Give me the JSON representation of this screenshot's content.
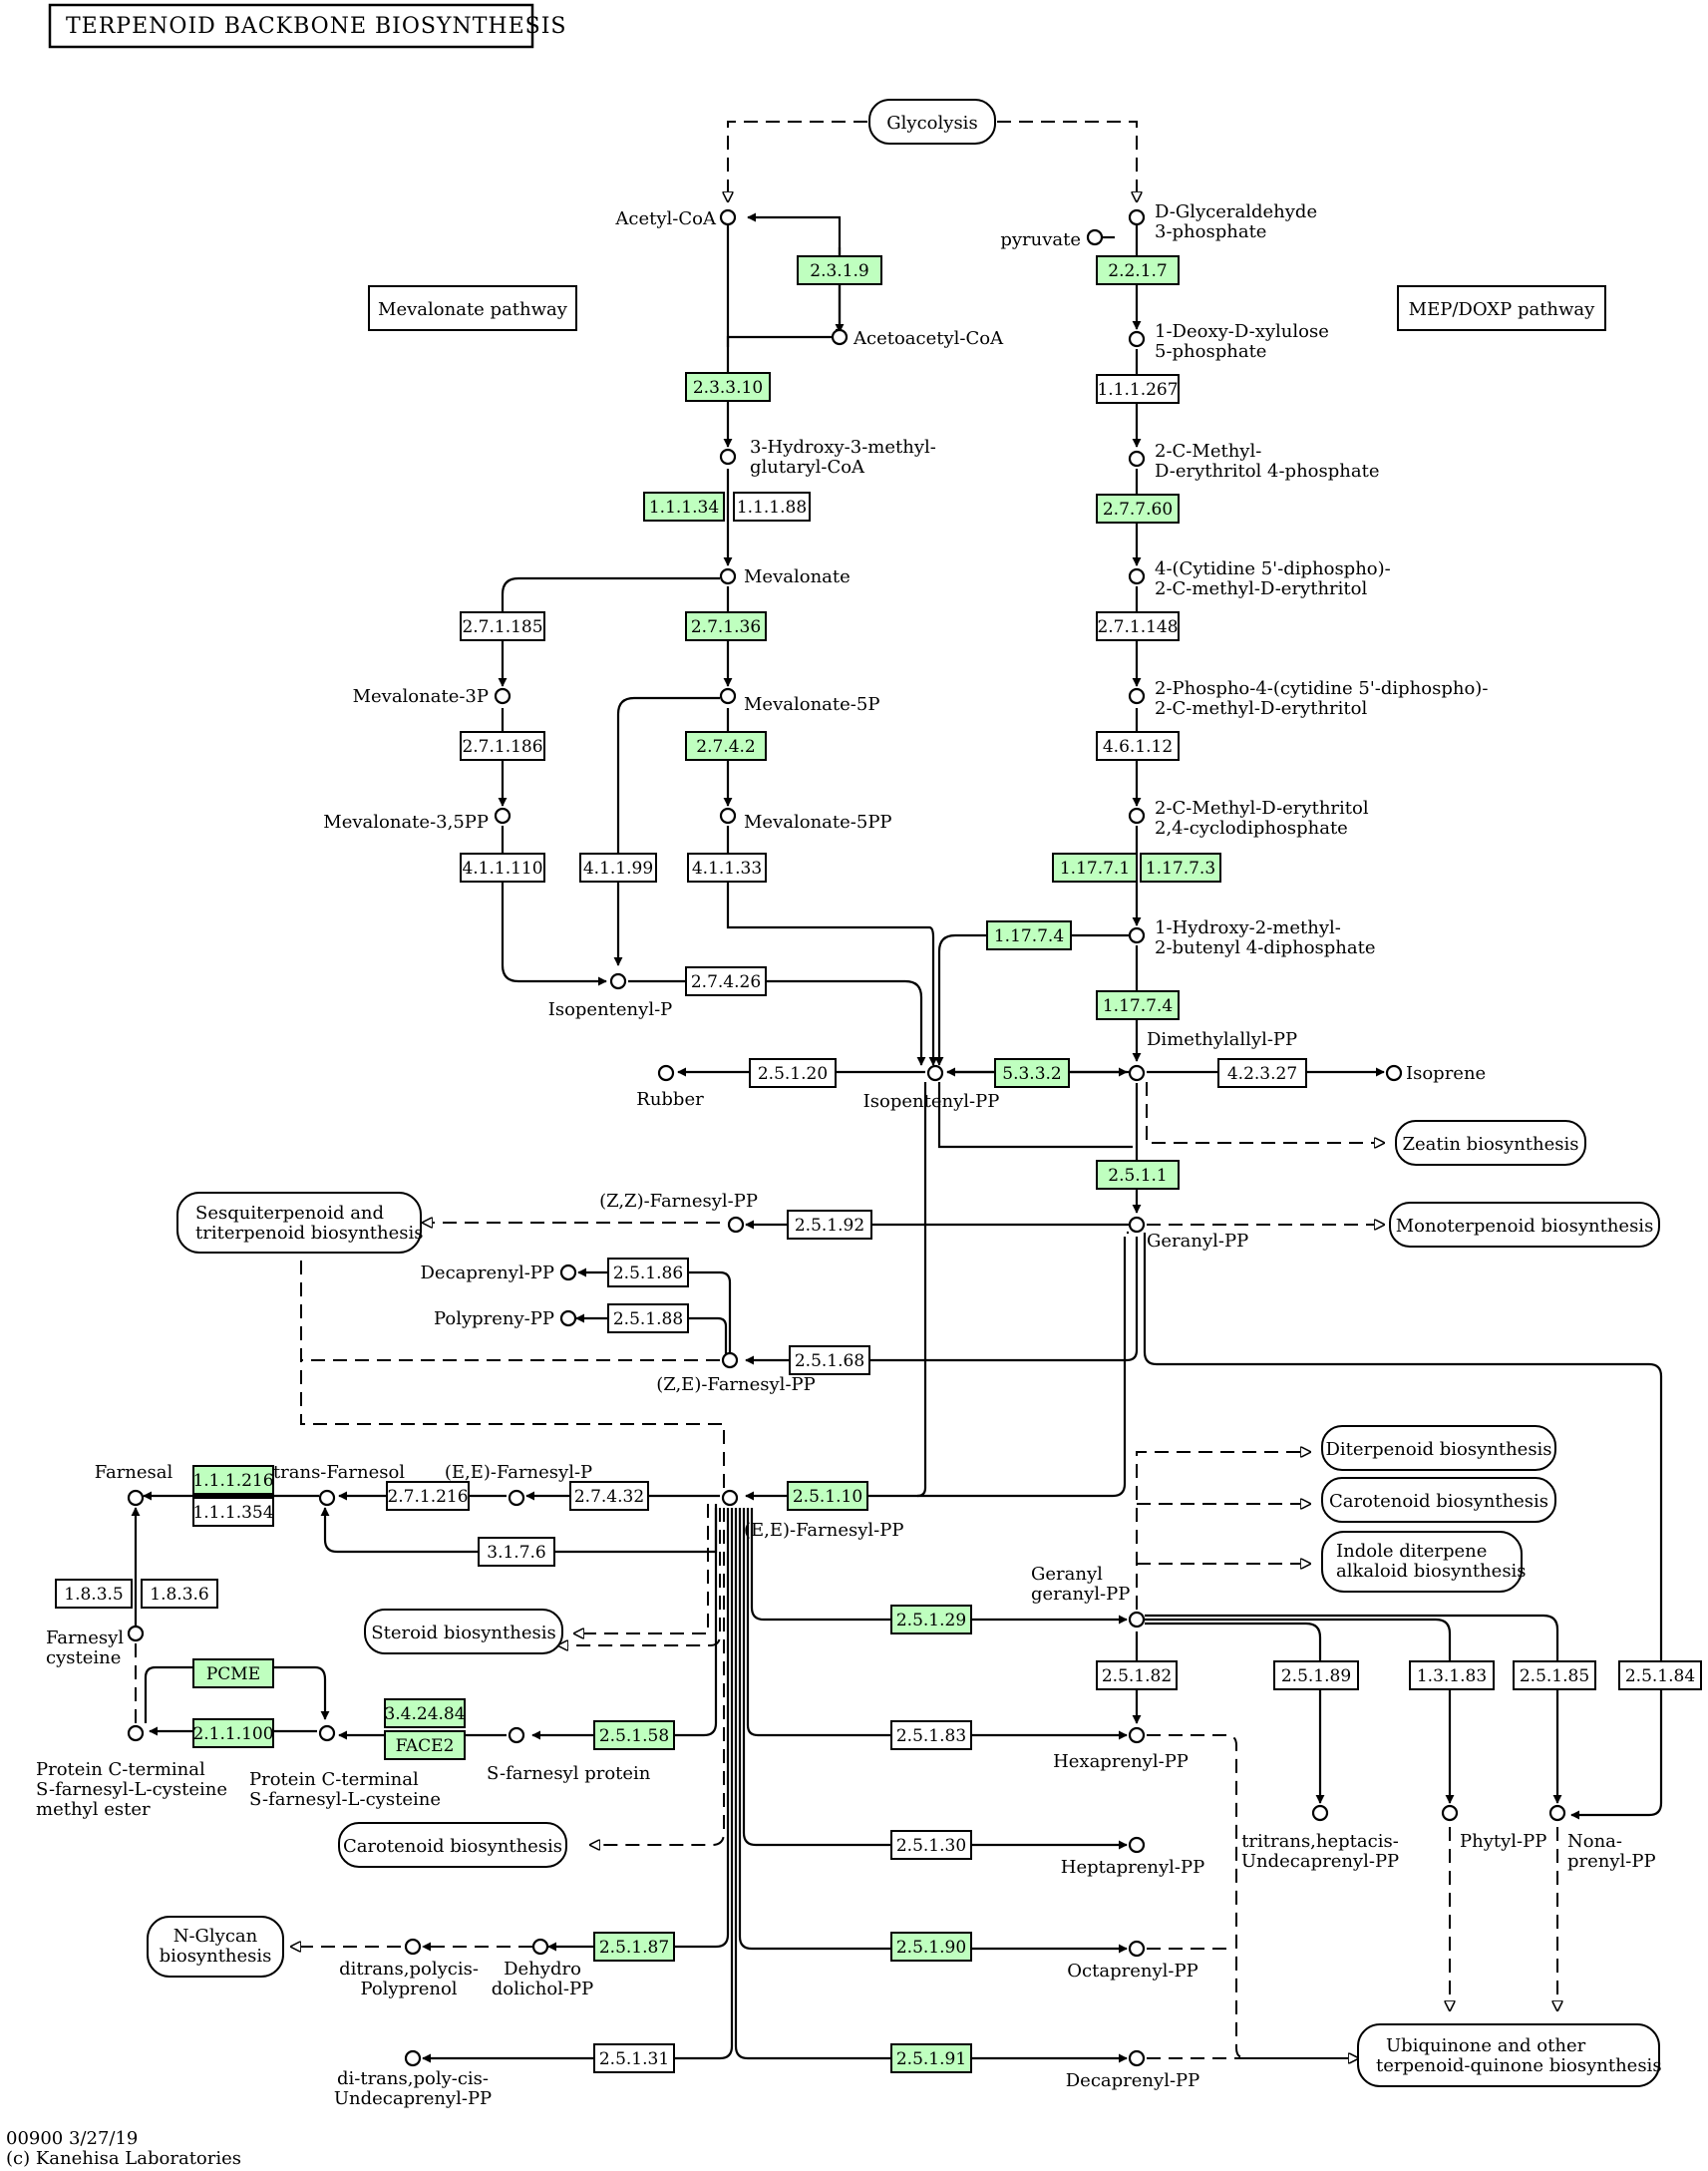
{
  "title": "TERPENOID BACKBONE BIOSYNTHESIS",
  "footer": {
    "line1": "00900 3/27/19",
    "line2": "(c) Kanehisa Laboratories"
  },
  "colors": {
    "highlight": "#bfffbf",
    "plain": "#ffffff",
    "line": "#000000"
  },
  "section_labels": {
    "mevalonate": "Mevalonate pathway",
    "mep": "MEP/DOXP pathway"
  },
  "pathways": {
    "glycolysis": "Glycolysis",
    "zeatin": "Zeatin biosynthesis",
    "monoterpenoid": "Monoterpenoid biosynthesis",
    "sesquiterpenoid": [
      "Sesquiterpenoid and",
      "triterpenoid biosynthesis"
    ],
    "diterpenoid": "Diterpenoid biosynthesis",
    "carotenoid_right": "Carotenoid biosynthesis",
    "indole": [
      "Indole diterpene",
      "alkaloid biosynthesis"
    ],
    "steroid": "Steroid biosynthesis",
    "carotenoid_left": "Carotenoid biosynthesis",
    "nglycan": [
      "N-Glycan",
      "biosynthesis"
    ],
    "ubiquinone": [
      "Ubiquinone and other",
      "terpenoid-quinone biosynthesis"
    ]
  },
  "compounds": {
    "acetyl_coa": "Acetyl-CoA",
    "acetoacetyl_coa": "Acetoacetyl-CoA",
    "hmg_coa": [
      "3-Hydroxy-3-methyl-",
      "glutaryl-CoA"
    ],
    "mevalonate": "Mevalonate",
    "mevalonate_3p": "Mevalonate-3P",
    "mevalonate_5p": "Mevalonate-5P",
    "mevalonate_35pp": "Mevalonate-3,5PP",
    "mevalonate_5pp": "Mevalonate-5PP",
    "isopentenyl_p": "Isopentenyl-P",
    "isopentenyl_pp": "Isopentenyl-PP",
    "rubber": "Rubber",
    "gap": [
      "D-Glyceraldehyde",
      "3-phosphate"
    ],
    "pyruvate": "pyruvate",
    "dxp": [
      "1-Deoxy-D-xylulose",
      "5-phosphate"
    ],
    "mep": [
      "2-C-Methyl-",
      "D-erythritol 4-phosphate"
    ],
    "cdp_me": [
      "4-(Cytidine 5'-diphospho)-",
      "2-C-methyl-D-erythritol"
    ],
    "cdp_mep": [
      "2-Phospho-4-(cytidine 5'-diphospho)-",
      "2-C-methyl-D-erythritol"
    ],
    "mecpp": [
      "2-C-Methyl-D-erythritol",
      "2,4-cyclodiphosphate"
    ],
    "hmbpp": [
      "1-Hydroxy-2-methyl-",
      "2-butenyl 4-diphosphate"
    ],
    "dmapp": "Dimethylallyl-PP",
    "isoprene": "Isoprene",
    "zz_fpp": "(Z,Z)-Farnesyl-PP",
    "geranyl_pp": "Geranyl-PP",
    "decaprenyl_pp_top": "Decaprenyl-PP",
    "polyprenyl_pp": "Polypreny-PP",
    "ze_fpp": "(Z,E)-Farnesyl-PP",
    "farnesal": "Farnesal",
    "trans_farnesol": "trans-Farnesol",
    "ee_fp": "(E,E)-Farnesyl-P",
    "ee_fpp": "(E,E)-Farnesyl-PP",
    "ggpp": [
      "Geranyl",
      "geranyl-PP"
    ],
    "farnesyl_cysteine": [
      "Farnesyl",
      "cysteine"
    ],
    "pcme": [
      "Protein C-terminal",
      "S-farnesyl-L-cysteine",
      "methyl ester"
    ],
    "pcys": [
      "Protein C-terminal",
      "S-farnesyl-L-cysteine"
    ],
    "s_farnesyl_protein": "S-farnesyl protein",
    "hexaprenyl_pp": "Hexaprenyl-PP",
    "heptaprenyl_pp": "Heptaprenyl-PP",
    "octaprenyl_pp": "Octaprenyl-PP",
    "decaprenyl_pp_bottom": "Decaprenyl-PP",
    "tritrans": [
      "tritrans,heptacis-",
      "Undecaprenyl-PP"
    ],
    "phytyl_pp": "Phytyl-PP",
    "nonaprenyl_pp": [
      "Nona-",
      "prenyl-PP"
    ],
    "ditrans_polyprenol": [
      "ditrans,polycis-",
      "Polyprenol"
    ],
    "dehydrodolichol_pp": [
      "Dehydro",
      "dolichol-PP"
    ],
    "ditrans_undecaprenyl": [
      "di-trans,poly-cis-",
      "Undecaprenyl-PP"
    ]
  },
  "enzymes": [
    {
      "id": "e_2319",
      "label": "2.3.1.9",
      "hl": true
    },
    {
      "id": "e_23310",
      "label": "2.3.3.10",
      "hl": true
    },
    {
      "id": "e_11134",
      "label": "1.1.1.34",
      "hl": true
    },
    {
      "id": "e_11188",
      "label": "1.1.1.88",
      "hl": false
    },
    {
      "id": "e_27136",
      "label": "2.7.1.36",
      "hl": true
    },
    {
      "id": "e_271185",
      "label": "2.7.1.185",
      "hl": false
    },
    {
      "id": "e_271186",
      "label": "2.7.1.186",
      "hl": false
    },
    {
      "id": "e_2742",
      "label": "2.7.4.2",
      "hl": true
    },
    {
      "id": "e_411110",
      "label": "4.1.1.110",
      "hl": false
    },
    {
      "id": "e_41199",
      "label": "4.1.1.99",
      "hl": false
    },
    {
      "id": "e_41133",
      "label": "4.1.1.33",
      "hl": false
    },
    {
      "id": "e_27426",
      "label": "2.7.4.26",
      "hl": false
    },
    {
      "id": "e_2217",
      "label": "2.2.1.7",
      "hl": true
    },
    {
      "id": "e_111267",
      "label": "1.1.1.267",
      "hl": false
    },
    {
      "id": "e_27760",
      "label": "2.7.7.60",
      "hl": true
    },
    {
      "id": "e_271148",
      "label": "2.7.1.148",
      "hl": false
    },
    {
      "id": "e_46112",
      "label": "4.6.1.12",
      "hl": false
    },
    {
      "id": "e_11771",
      "label": "1.17.7.1",
      "hl": true
    },
    {
      "id": "e_11773",
      "label": "1.17.7.3",
      "hl": true
    },
    {
      "id": "e_11774a",
      "label": "1.17.7.4",
      "hl": true
    },
    {
      "id": "e_11774b",
      "label": "1.17.7.4",
      "hl": true
    },
    {
      "id": "e_2512",
      "label": "2.5.1.20",
      "hl": false
    },
    {
      "id": "e_5332",
      "label": "5.3.3.2",
      "hl": true
    },
    {
      "id": "e_42327",
      "label": "4.2.3.27",
      "hl": false
    },
    {
      "id": "e_2511",
      "label": "2.5.1.1",
      "hl": true
    },
    {
      "id": "e_25192",
      "label": "2.5.1.92",
      "hl": false
    },
    {
      "id": "e_25186",
      "label": "2.5.1.86",
      "hl": false
    },
    {
      "id": "e_25188",
      "label": "2.5.1.88",
      "hl": false
    },
    {
      "id": "e_25168",
      "label": "2.5.1.68",
      "hl": false
    },
    {
      "id": "e_111216",
      "label": "1.1.1.216",
      "hl": true
    },
    {
      "id": "e_111354",
      "label": "1.1.1.354",
      "hl": false
    },
    {
      "id": "e_271216",
      "label": "2.7.1.216",
      "hl": false
    },
    {
      "id": "e_27432",
      "label": "2.7.4.32",
      "hl": false
    },
    {
      "id": "e_25110",
      "label": "2.5.1.10",
      "hl": true
    },
    {
      "id": "e_3176",
      "label": "3.1.7.6",
      "hl": false
    },
    {
      "id": "e_1835",
      "label": "1.8.3.5",
      "hl": false
    },
    {
      "id": "e_1836",
      "label": "1.8.3.6",
      "hl": false
    },
    {
      "id": "e_pcme",
      "label": "PCME",
      "hl": true
    },
    {
      "id": "e_211100",
      "label": "2.1.1.100",
      "hl": true
    },
    {
      "id": "e_342484",
      "label": "3.4.24.84",
      "hl": true
    },
    {
      "id": "e_face2",
      "label": "FACE2",
      "hl": true
    },
    {
      "id": "e_25158",
      "label": "2.5.1.58",
      "hl": true
    },
    {
      "id": "e_25129",
      "label": "2.5.1.29",
      "hl": true
    },
    {
      "id": "e_25182",
      "label": "2.5.1.82",
      "hl": false
    },
    {
      "id": "e_25189",
      "label": "2.5.1.89",
      "hl": false
    },
    {
      "id": "e_13183",
      "label": "1.3.1.83",
      "hl": false
    },
    {
      "id": "e_25185",
      "label": "2.5.1.85",
      "hl": false
    },
    {
      "id": "e_25184",
      "label": "2.5.1.84",
      "hl": false
    },
    {
      "id": "e_25183",
      "label": "2.5.1.83",
      "hl": false
    },
    {
      "id": "e_25130",
      "label": "2.5.1.30",
      "hl": false
    },
    {
      "id": "e_25187",
      "label": "2.5.1.87",
      "hl": true
    },
    {
      "id": "e_25190",
      "label": "2.5.1.90",
      "hl": true
    },
    {
      "id": "e_25131",
      "label": "2.5.1.31",
      "hl": false
    },
    {
      "id": "e_25191",
      "label": "2.5.1.91",
      "hl": true
    }
  ]
}
